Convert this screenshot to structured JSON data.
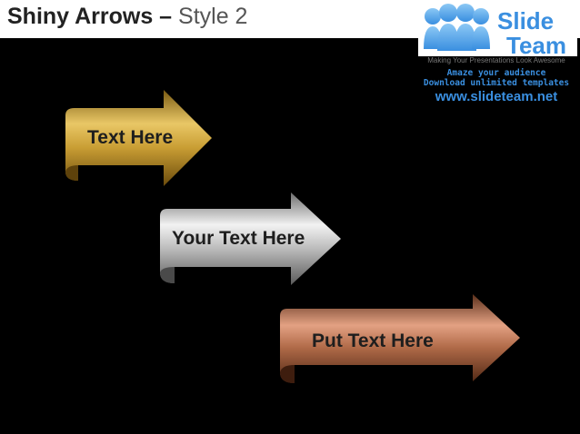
{
  "slide": {
    "title_bold": "Shiny Arrows –",
    "title_light": "Style 2"
  },
  "brand": {
    "name_line1": "Slide",
    "name_line2": "Team",
    "tagline": "Making Your Presentations Look Awesome",
    "promo_line1": "Amaze your audience",
    "promo_line2": "Download unlimited templates",
    "website": "www.slideteam.net",
    "icon": "people-group-icon",
    "accent_color": "#3a8fe0"
  },
  "arrows": [
    {
      "label": "Text Here",
      "finish": "gold",
      "color": "#c9a23a"
    },
    {
      "label": "Your Text Here",
      "finish": "silver",
      "color": "#c8c8c8"
    },
    {
      "label": "Put Text Here",
      "finish": "copper",
      "color": "#b36a4a"
    }
  ]
}
